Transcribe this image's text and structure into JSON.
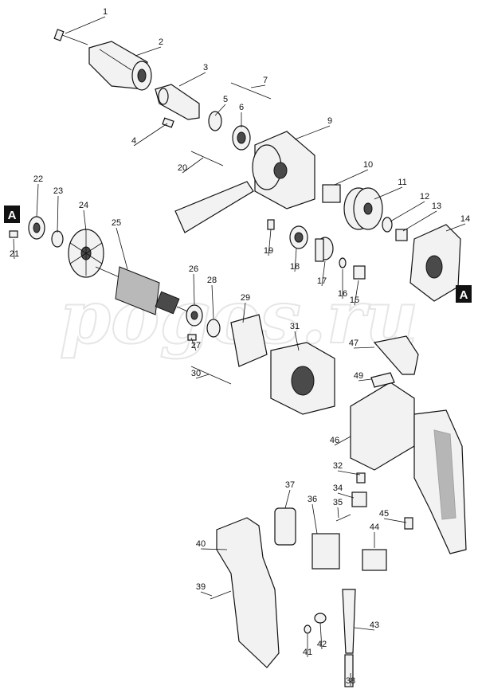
{
  "watermark": "pogos.ru",
  "section_marks": [
    "A",
    "A"
  ],
  "callouts": [
    "1",
    "2",
    "3",
    "4",
    "5",
    "6",
    "7",
    "9",
    "10",
    "11",
    "12",
    "13",
    "14",
    "15",
    "16",
    "17",
    "18",
    "19",
    "20",
    "21",
    "22",
    "23",
    "24",
    "25",
    "26",
    "27",
    "28",
    "29",
    "30",
    "31",
    "32",
    "34",
    "35",
    "36",
    "37",
    "38",
    "39",
    "40",
    "41",
    "42",
    "43",
    "44",
    "45",
    "46",
    "47",
    "49"
  ],
  "colors": {
    "line": "#111111",
    "part_fill": "#f2f2f2",
    "shade": "#4a4a4a",
    "watermark": "#e6e6e6"
  }
}
